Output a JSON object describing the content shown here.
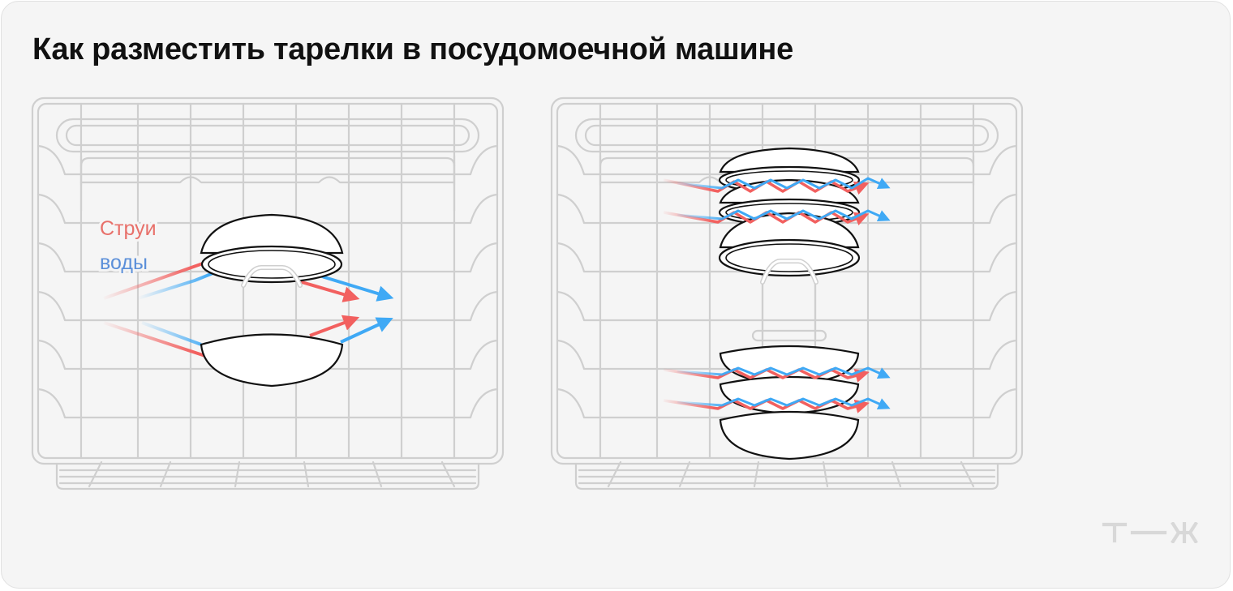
{
  "title": "Как разместить тарелки в посудомоечной машине",
  "labels": {
    "jets_line1": "Струи",
    "jets_line2": "воды"
  },
  "colors": {
    "background": "#f5f5f5",
    "rack": "#cfcfcf",
    "dish_outline": "#111111",
    "jet_red": "#f2605f",
    "jet_blue": "#3fa9f5",
    "label_red": "#e8706a",
    "label_blue": "#5b8fd9",
    "logo": "#d8d8d8"
  },
  "logo": {
    "name": "tj-logo"
  }
}
